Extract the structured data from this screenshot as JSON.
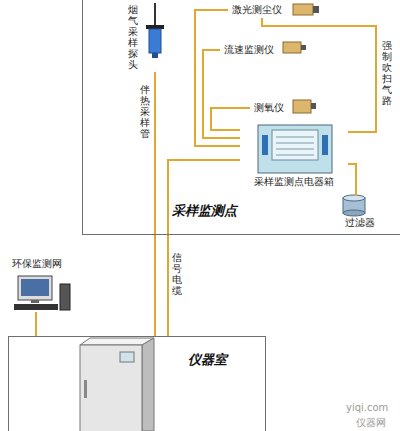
{
  "diagram": {
    "nodes": [
      {
        "text": [
          "采样监测点"
        ]
      },
      {
        "text": [
          "烟气采样探头"
        ],
        "in": 0
      },
      {
        "text": [
          "激光测尘仪"
        ],
        "in": 0
      },
      {
        "text": [
          "流速监测仪"
        ],
        "in": 0
      },
      {
        "text": [
          "测氧仪"
        ],
        "in": 0
      },
      {
        "text": [
          "采样监测点电器箱"
        ],
        "in": 0
      },
      {
        "text": [
          "过滤器"
        ],
        "in": 0
      },
      {
        "text": [
          "环保监测网"
        ]
      },
      {
        "text": [
          "仪器室"
        ]
      }
    ],
    "edges": [
      {
        "from": 1,
        "to": 8,
        "arrow": "none",
        "label": "伴热采样管"
      },
      {
        "from": 5,
        "to": 8,
        "arrow": "none",
        "label": "信号电缆"
      },
      {
        "from": 2,
        "to": 5,
        "arrow": "none"
      },
      {
        "from": 3,
        "to": 5,
        "arrow": "none"
      },
      {
        "from": 4,
        "to": 5,
        "arrow": "none"
      },
      {
        "from": 6,
        "to": 5,
        "arrow": "none"
      },
      {
        "from": 5,
        "to": 2,
        "arrow": "none",
        "label": "强制吹扫气路"
      },
      {
        "from": 7,
        "to": 8,
        "arrow": "none"
      }
    ],
    "labels": [
      "yiqi.com",
      "仪器网"
    ]
  }
}
